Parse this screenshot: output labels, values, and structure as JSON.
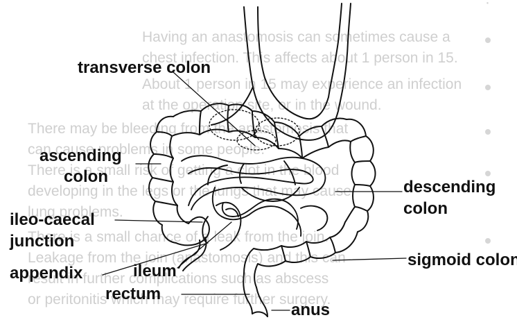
{
  "labels": {
    "transverse_colon": "transverse colon",
    "ascending_colon_line1": "ascending",
    "ascending_colon_line2": "colon",
    "descending_colon_line1": "descending",
    "descending_colon_line2": "colon",
    "ileo_caecal_line1": "ileo-caecal",
    "ileo_caecal_line2": "junction",
    "sigmoid_colon": "sigmoid colon",
    "appendix": "appendix",
    "ileum": "ileum",
    "rectum": "rectum",
    "anus": "anus"
  },
  "background_text": [
    "Having an anastomosis can sometimes cause a",
    "chest infection. This affects about 1 person in 15.",
    "About 1 person in 15 may experience an infection",
    "at the operation site, or in the wound.",
    "There may be bleeding from the anastomosis that",
    "can cause problems in some people.",
    "There is a small risk of getting a clot in the blood",
    "developing in the legs or the lungs that may cause",
    "lung problems.",
    "There is a small chance of a leak from the join.",
    "Leakage from the join (anastomosis) and this can",
    "result in further complications such as abscess",
    "or peritonitis which may require further surgery."
  ],
  "colors": {
    "ink": "#111111",
    "ghost_text": "#cfcfcf"
  }
}
